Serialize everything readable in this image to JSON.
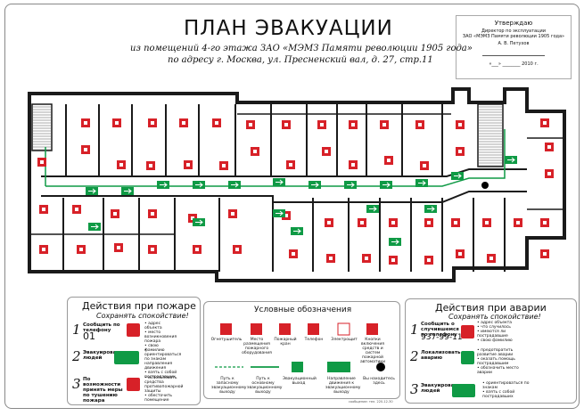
{
  "header": {
    "title": "ПЛАН ЭВАКУАЦИИ",
    "subtitle_line1": "из помещений 4-го этажа ЗАО «МЭМЗ Памяти революции 1905 года»",
    "subtitle_line2": "по адресу г. Москва, ул. Пресненский вал, д. 27, стр.11"
  },
  "approval": {
    "heading": "Утверждаю",
    "line1": "Директор по эксплуатации",
    "line2": "ЗАО «МЭМЗ Памяти революции 1905 года»",
    "name": "А. В. Петухов",
    "date": "«___» ________ 2010 г."
  },
  "fire_panel": {
    "title": "Действия при пожаре",
    "subtitle": "Сохранять спокойствие!",
    "steps": [
      {
        "num": "1",
        "label": "Сообщить по телефону",
        "big": "01",
        "bullets": [
          "• адрес объекта",
          "• место возникновения пожара",
          "• свою фамилию"
        ]
      },
      {
        "num": "2",
        "label": "Эвакуировать людей",
        "big": "",
        "bullets": [
          "• ориентироваться по знакам направления движения",
          "• взять с собой пострадавших"
        ]
      },
      {
        "num": "3",
        "label": "По возможности принять меры по тушению пожара",
        "big": "",
        "bullets": [
          "• использовать средства противопожарной защиты",
          "• обесточить помещение"
        ]
      }
    ]
  },
  "legend": {
    "title": "Условные обозначения",
    "items_top": [
      "Огнетушитель",
      "Место размещения пожарного оборудования",
      "Пожарный кран",
      "Телефон",
      "Электрощит",
      "Кнопки включения средств и систем пожарной автоматики"
    ],
    "items_bottom": [
      "Путь к запасному эвакуационному выходу",
      "Путь к основному эвакуационному выходу",
      "Эвакуационный выход",
      "Направление движения к эвакуационному выходу",
      "Вы находитесь здесь"
    ]
  },
  "accident_panel": {
    "title": "Действия при аварии",
    "subtitle": "Сохранять спокойствие!",
    "steps": [
      {
        "num": "1",
        "label": "Сообщить о случившемся по телефону",
        "big": "937-99-11",
        "bullets": [
          "• адрес объекта",
          "• что случилось",
          "• имеются ли пострадавшие",
          "• свою фамилию"
        ]
      },
      {
        "num": "2",
        "label": "Локализовать аварию",
        "big": "",
        "bullets": [
          "• предотвратить развитие аварии",
          "• оказать помощь пострадавшим",
          "• обозначить место аварии"
        ]
      },
      {
        "num": "3",
        "label": "Эвакуировать людей",
        "big": "",
        "bullets": [
          "• ориентироваться по знакам",
          "• взять с собой пострадавших"
        ]
      }
    ]
  },
  "colors": {
    "red": "#d72128",
    "green": "#0f9a45",
    "wall": "#1a1a1a"
  },
  "credit": "сообщение: тел. 220-12-30"
}
